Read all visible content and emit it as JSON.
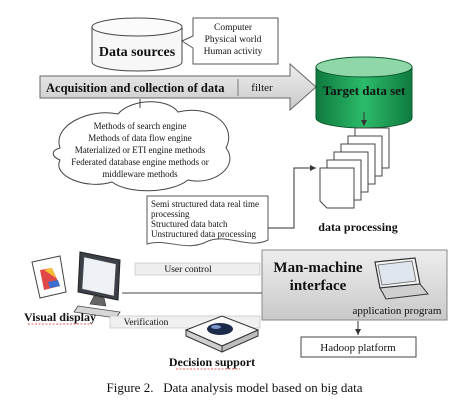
{
  "diagram": {
    "data_sources": {
      "title": "Data sources",
      "items": [
        "Computer",
        "Physical world",
        "Human activity"
      ]
    },
    "acquisition": {
      "label": "Acquisition and collection of data",
      "filter_label": "filter"
    },
    "target": {
      "label": "Target data set"
    },
    "methods": [
      "Methods of search engine",
      "Methods of data flow engine",
      "Materialized or ETI engine methods",
      "Federated database engine methods or",
      "middleware methods"
    ],
    "processing_types": [
      "Semi structured data real time",
      "processing",
      "Structured data batch",
      "Unstructured data processing"
    ],
    "data_processing": {
      "label": "data processing"
    },
    "user_control": {
      "label": "User control"
    },
    "mmi": {
      "line1": "Man-machine",
      "line2": "interface"
    },
    "application": {
      "label": "application program"
    },
    "hadoop": {
      "label": "Hadoop platform"
    },
    "visual_display": {
      "label": "Visual display"
    },
    "verification": {
      "label": "Verification"
    },
    "decision_support": {
      "label": "Decision support"
    }
  },
  "caption": "Figure 2.   Data analysis model based on big data",
  "colors": {
    "target_db": "#1e9e57",
    "target_db_top": "#8fd6a8",
    "gray_panel": "#d9d9d9"
  }
}
